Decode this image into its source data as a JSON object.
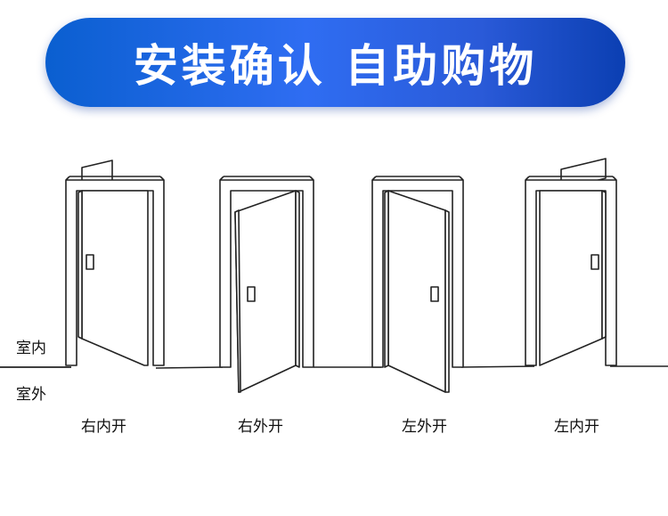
{
  "banner": {
    "title": "安装确认 自助购物"
  },
  "side_labels": {
    "indoor": "室内",
    "outdoor": "室外"
  },
  "doors": [
    {
      "id": "right-inward",
      "label": "右内开"
    },
    {
      "id": "right-outward",
      "label": "右外开"
    },
    {
      "id": "left-outward",
      "label": "左外开"
    },
    {
      "id": "left-inward",
      "label": "左内开"
    }
  ],
  "colors": {
    "banner_start": "#0a5fd0",
    "banner_end": "#0b3fb2",
    "line": "#222222"
  }
}
